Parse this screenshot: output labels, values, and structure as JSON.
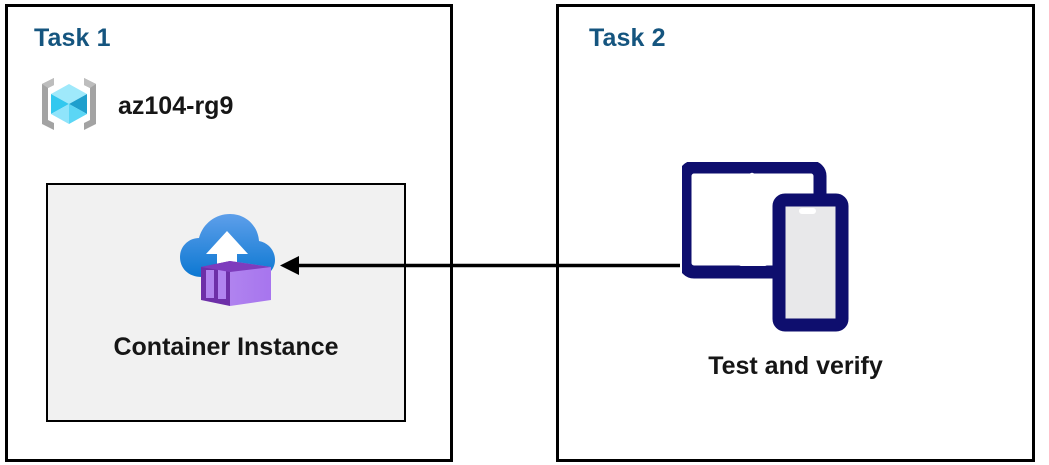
{
  "diagram": {
    "title_color": "#15557f",
    "text_color": "#161616",
    "border_color": "#000000",
    "box_fill": "#f1f1f1",
    "arrow_color": "#000000",
    "device_icon_color": "#0e0e6e"
  },
  "panels": [
    {
      "id": "task1",
      "title": "Task 1",
      "resource_group": {
        "icon": "azure-resource-group-icon",
        "label": "az104-rg9"
      },
      "resource": {
        "icon": "azure-container-instance-icon",
        "label": "Container Instance"
      }
    },
    {
      "id": "task2",
      "title": "Task 2",
      "resource": {
        "icon": "devices-tablet-phone-icon",
        "label": "Test and verify"
      }
    }
  ],
  "connector": {
    "name": "flow-arrow",
    "direction": "right-to-left",
    "from": "Test and verify",
    "to": "Container Instance"
  }
}
